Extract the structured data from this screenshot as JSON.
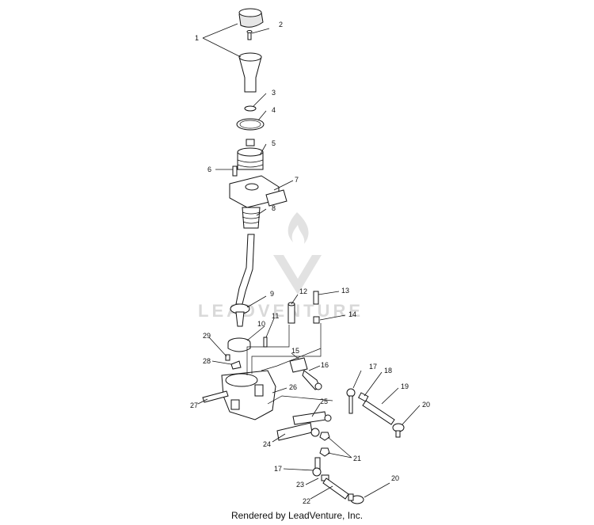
{
  "watermark": {
    "brand": "LEADVENTURE"
  },
  "footer": {
    "text": "Rendered by LeadVenture, Inc."
  },
  "callouts": [
    "1",
    "2",
    "3",
    "4",
    "5",
    "6",
    "7",
    "8",
    "9",
    "10",
    "11",
    "12",
    "13",
    "14",
    "15",
    "16",
    "17",
    "18",
    "19",
    "20",
    "21",
    "22",
    "23",
    "24",
    "25",
    "26",
    "27",
    "28",
    "29",
    "17",
    "20"
  ]
}
